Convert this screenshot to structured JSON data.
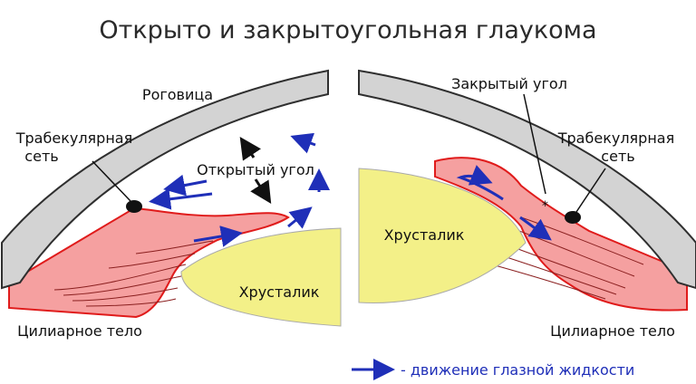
{
  "title": "Открыто и закрытоугольная глаукома",
  "left": {
    "cornea": "Роговица",
    "trabecular_line1": "Трабекулярная",
    "trabecular_line2": "сеть",
    "open_angle": "Открытый угол",
    "lens": "Хрусталик",
    "ciliary": "Цилиарное тело"
  },
  "right": {
    "closed_angle": "Закрытый угол",
    "trabecular_line1": "Трабекулярная",
    "trabecular_line2": "сеть",
    "lens": "Хрусталик",
    "ciliary": "Цилиарное тело"
  },
  "legend": {
    "text": "- движение глазной жидкости"
  },
  "colors": {
    "cornea_fill": "#d3d3d3",
    "cornea_stroke": "#2f2f2f",
    "iris_fill": "#f5a0a0",
    "iris_stroke": "#e01b1b",
    "lens_fill": "#f3f088",
    "flow_arrow": "#1f2fb8"
  }
}
